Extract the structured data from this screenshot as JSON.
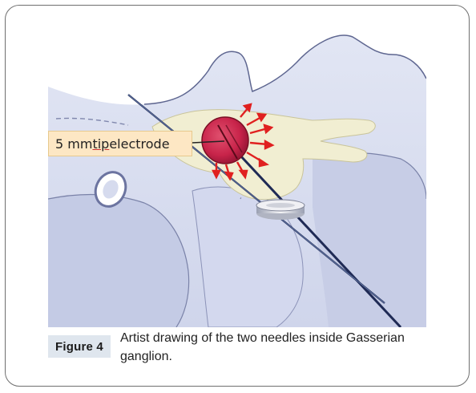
{
  "figure": {
    "callout_prefix": "5 mm ",
    "callout_underlined": "tip",
    "callout_suffix": " electrode",
    "label": "Figure 4",
    "caption": "Artist drawing of the two needles inside Gasserian ganglion."
  },
  "colors": {
    "bone": "#d6dbee",
    "bone_shadow": "#aeb6d6",
    "ganglion": "#f1eed2",
    "lesion_sphere": "#c8244a",
    "arrow": "#e02020",
    "needle": "#1f2a55",
    "callout_bg": "#fde7c4",
    "label_bg": "#dfe6ee"
  }
}
